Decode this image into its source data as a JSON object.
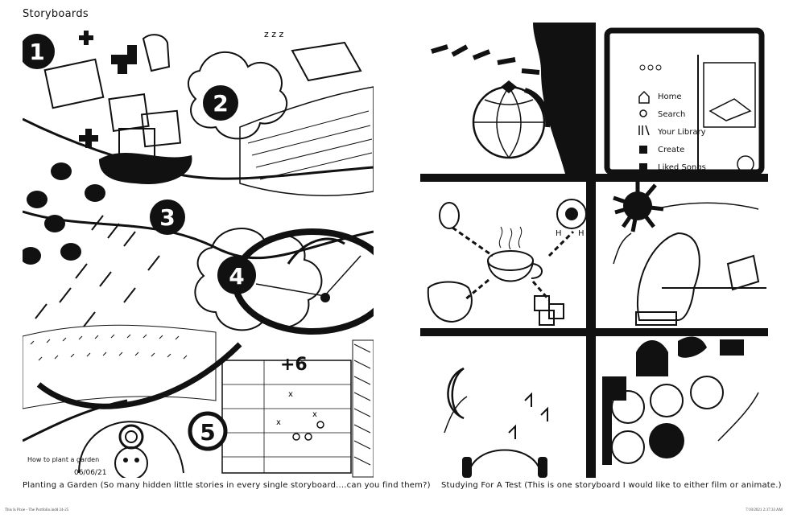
{
  "page": {
    "title": "Storyboards",
    "footer_left": "This Is Pixie - The Portfolio.indd 24-25",
    "footer_right": "7/10/2021 2:37:33 AM"
  },
  "left_storyboard": {
    "caption": "Planting a Garden (So many hidden little stories in every single storyboard....can you find them?)",
    "scene_numbers": [
      "1",
      "2",
      "3",
      "4",
      "5"
    ],
    "score_label": "+6",
    "signature": "How to plant a garden",
    "date": "06/06/21"
  },
  "right_storyboard": {
    "caption": "Studying For A Test (This is one storyboard I would like to either film or animate.)",
    "app_menu": [
      "Home",
      "Search",
      "Your Library",
      "Create",
      "Liked Songs"
    ]
  }
}
